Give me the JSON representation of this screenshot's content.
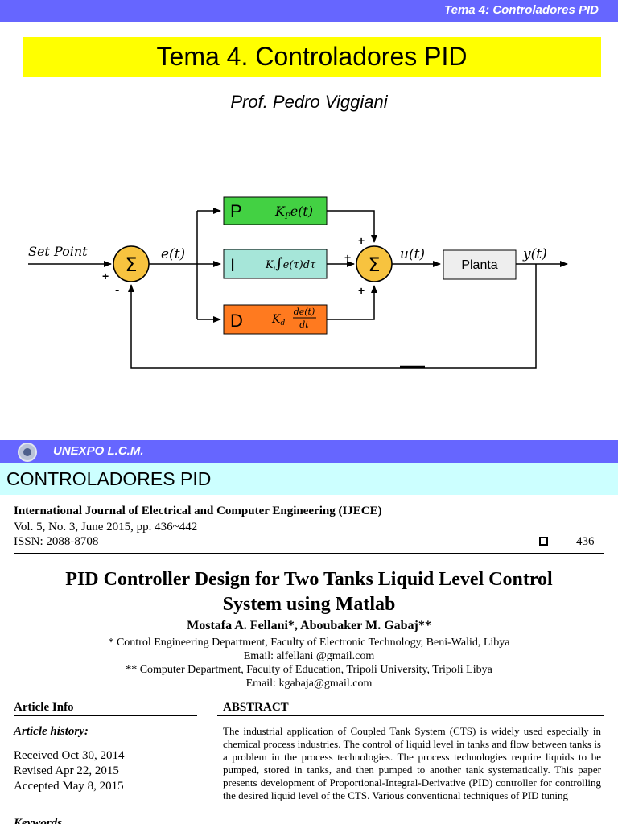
{
  "slide1": {
    "header": "Tema 4: Controladores PID",
    "title": "Tema 4. Controladores PID",
    "author": "Prof. Pedro Viggiani",
    "diagram": {
      "set_point": "Set Point",
      "error": "e(t)",
      "control": "u(t)",
      "output": "y(t)",
      "sum_symbol": "Σ",
      "plus": "+",
      "minus": "-",
      "p_label": "P",
      "i_label": "I",
      "d_label": "D",
      "plant": "Planta",
      "colors": {
        "sum": "#f7c33f",
        "p_block": "#43d143",
        "i_block": "#a6e6d9",
        "d_block": "#ff7a1f",
        "plant": "#eeeeee"
      }
    }
  },
  "slide2": {
    "header": "UNEXPO L.C.M.",
    "section_title": "CONTROLADORES PID",
    "paper": {
      "journal": "International Journal of Electrical and Computer Engineering (IJECE)",
      "volume": "Vol. 5, No. 3, June 2015, pp. 436~442",
      "issn": "ISSN: 2088-8708",
      "page": "436",
      "title_line1": "PID Controller Design for Two Tanks Liquid Level Control",
      "title_line2": "System using Matlab",
      "authors": "Mostafa A. Fellani*, Aboubaker M. Gabaj**",
      "affiliation1": "* Control Engineering Department, Faculty of Electronic Technology, Beni-Walid, Libya",
      "email1": "Email: alfellani @gmail.com",
      "affiliation2": "** Computer Department, Faculty of Education, Tripoli University, Tripoli Libya",
      "email2": "Email: kgabaja@gmail.com",
      "article_info": "Article Info",
      "abstract_heading": "ABSTRACT",
      "article_history": "Article history:",
      "received": "Received Oct 30, 2014",
      "revised": "Revised Apr 22, 2015",
      "accepted": "Accepted May 8, 2015",
      "abstract_text": "The industrial application of Coupled Tank System (CTS) is widely used especially in chemical process industries. The control of liquid level in tanks and flow between tanks is a problem in the process technologies. The process technologies require liquids to be pumped, stored in tanks, and then pumped to another tank systematically. This paper presents development of Proportional-Integral-Derivative (PID) controller for controlling the desired liquid level of the CTS. Various conventional techniques of PID tuning",
      "keywords": "Keywords"
    }
  }
}
